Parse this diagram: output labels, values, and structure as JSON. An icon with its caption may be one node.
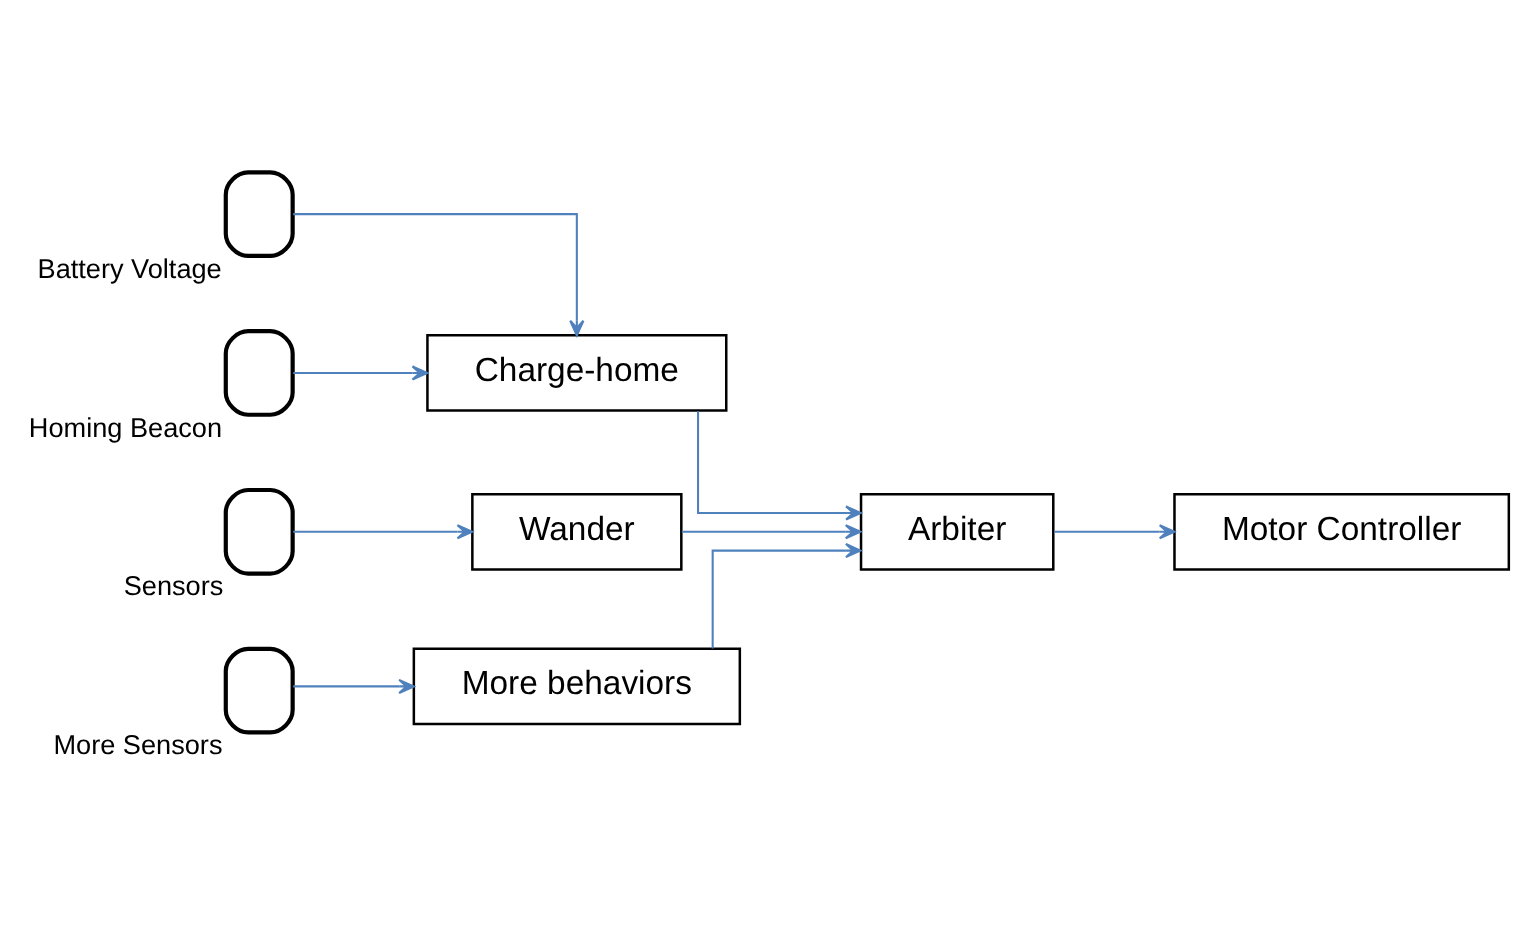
{
  "diagram": {
    "nodes": [
      {
        "text": [],
        "shape": "box",
        "beside": [
          "Battery Voltage"
        ]
      },
      {
        "text": [],
        "shape": "box",
        "beside": [
          "Homing Beacon"
        ]
      },
      {
        "text": [],
        "shape": "box",
        "beside": [
          "Sensors"
        ]
      },
      {
        "text": [],
        "shape": "box",
        "beside": [
          "More Sensors"
        ]
      },
      {
        "text": [
          "Charge-home"
        ]
      },
      {
        "text": [
          "Wander"
        ]
      },
      {
        "text": [
          "More behaviors"
        ]
      },
      {
        "text": [
          "Arbiter"
        ]
      },
      {
        "text": [
          "Motor Controller"
        ]
      }
    ],
    "edges": [
      {
        "from": 0,
        "to": 4,
        "arrow": "to"
      },
      {
        "from": 1,
        "to": 4,
        "arrow": "to"
      },
      {
        "from": 2,
        "to": 5,
        "arrow": "to"
      },
      {
        "from": 3,
        "to": 6,
        "arrow": "to"
      },
      {
        "from": 4,
        "to": 7,
        "arrow": "to"
      },
      {
        "from": 5,
        "to": 7,
        "arrow": "to"
      },
      {
        "from": 6,
        "to": 7,
        "arrow": "to"
      },
      {
        "from": 7,
        "to": 8,
        "arrow": "to"
      }
    ]
  }
}
